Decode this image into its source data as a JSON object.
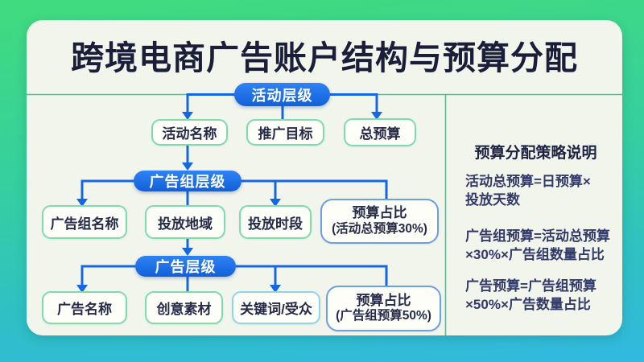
{
  "title": "跨境电商广告账户结构与预算分配",
  "colors": {
    "background_top": "#41db7e",
    "background_bottom": "#32b9e0",
    "card": "#f2f5ec",
    "pill_blue": "#1e6fe6",
    "arrow_blue": "#1566e2",
    "teal_line": "#43c79e",
    "green_border": "#7edcaa",
    "cyan_border": "#8fd6e8",
    "blue_border": "#6b9fe2",
    "title_text": "#1a1e38",
    "panel_text": "#323a68"
  },
  "flowchart": {
    "levels": [
      {
        "label": "活动层级",
        "children": [
          "活动名称",
          "推广目标",
          "总预算"
        ]
      },
      {
        "label": "广告组层级",
        "children": [
          "广告组名称",
          "投放地域",
          "投放时段"
        ],
        "budget_box": {
          "line1": "预算占比",
          "line2": "(活动总预算30%)"
        }
      },
      {
        "label": "广告层级",
        "children": [
          "广告名称",
          "创意素材",
          "关键词/受众"
        ],
        "budget_box": {
          "line1": "预算占比",
          "line2": "(广告组预算50%)"
        }
      }
    ]
  },
  "side_panel": {
    "heading": "预算分配策略说明",
    "paragraphs": [
      {
        "line1": "活动总预算=日预算×",
        "line2": "投放天数"
      },
      {
        "line1": "广告组预算=活动总预算",
        "line2": "×30%×广告组数量占比"
      },
      {
        "line1": "广告预算=广告组预算",
        "line2": "×50%×广告数量占比"
      }
    ]
  }
}
